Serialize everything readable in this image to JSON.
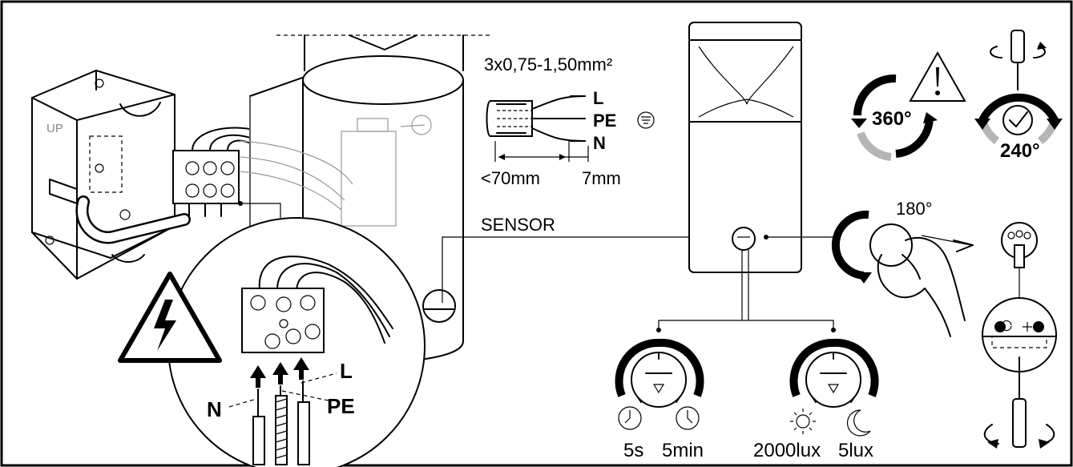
{
  "cable": {
    "spec": "3x0,75-1,50mm²",
    "wire_L": "L",
    "wire_PE": "PE",
    "wire_N": "N",
    "strip_length": "<70mm",
    "conductor_strip": "7mm"
  },
  "sensor_label": "SENSOR",
  "rotation": {
    "full": "360°",
    "adjust_range": "240°",
    "head_turn": "180°"
  },
  "terminal_labels": {
    "L": "L",
    "N": "N",
    "PE": "PE"
  },
  "box_marking": "UP",
  "time_dial": {
    "min_label": "5s",
    "max_label": "5min"
  },
  "lux_dial": {
    "min_label": "2000lux",
    "max_label": "5lux"
  },
  "icons": [
    "electric-hazard-icon",
    "warning-icon",
    "earth-ground-icon",
    "clock-icon",
    "sun-icon",
    "moon-icon",
    "screwdriver-icon",
    "check-icon"
  ]
}
